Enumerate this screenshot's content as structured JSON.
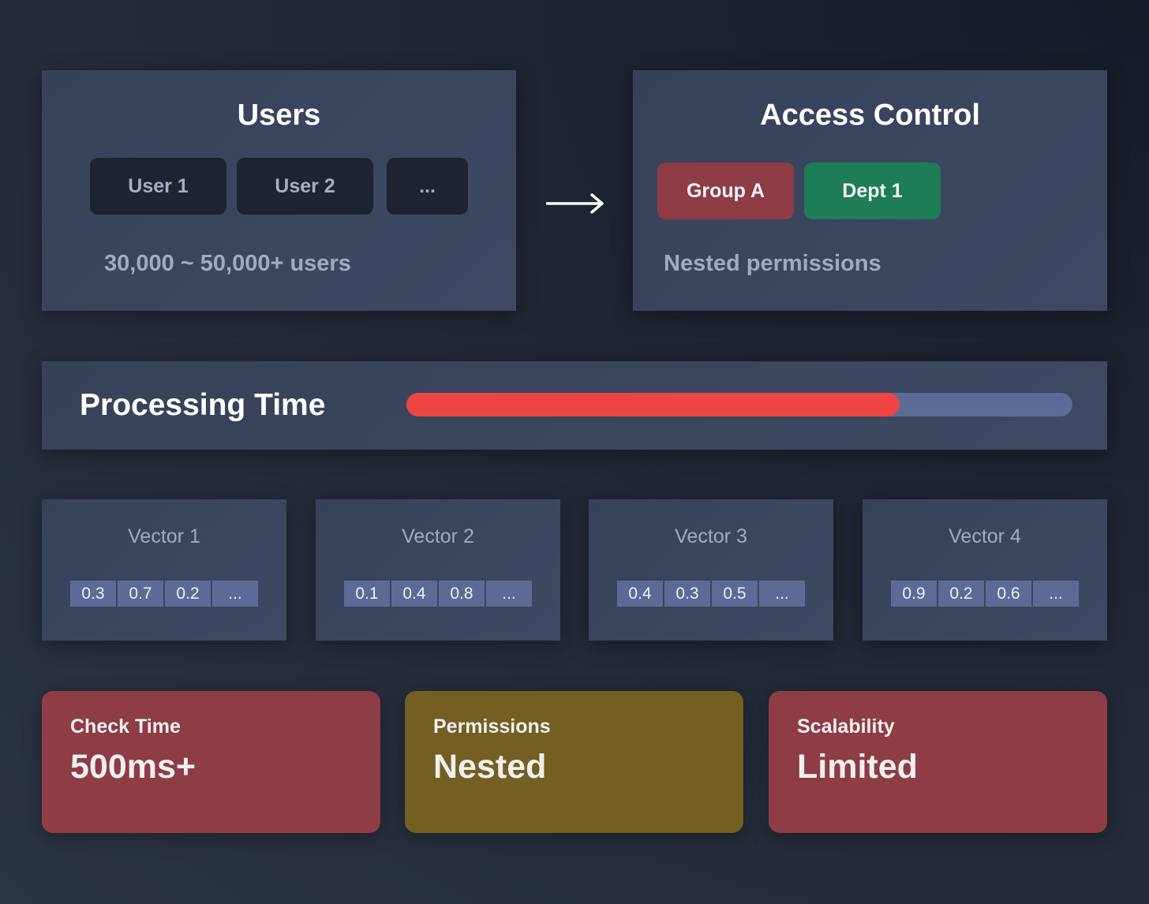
{
  "users": {
    "title": "Users",
    "chips": [
      "User 1",
      "User 2",
      "..."
    ],
    "caption": "30,000 ~ 50,000+ users"
  },
  "flow_icon": "arrow-right-icon",
  "access_control": {
    "title": "Access Control",
    "chips": [
      "Group A",
      "Dept 1"
    ],
    "caption": "Nested permissions"
  },
  "processing": {
    "title": "Processing Time",
    "fill_fraction": 0.74,
    "fill_color": "#ef4444",
    "track_color": "#5c6b96"
  },
  "vectors": [
    {
      "title": "Vector 1",
      "values": [
        "0.3",
        "0.7",
        "0.2",
        "..."
      ]
    },
    {
      "title": "Vector 2",
      "values": [
        "0.1",
        "0.4",
        "0.8",
        "..."
      ]
    },
    {
      "title": "Vector 3",
      "values": [
        "0.4",
        "0.3",
        "0.5",
        "..."
      ]
    },
    {
      "title": "Vector 4",
      "values": [
        "0.9",
        "0.2",
        "0.6",
        "..."
      ]
    }
  ],
  "metrics": [
    {
      "label": "Check Time",
      "value": "500ms+",
      "color": "#8e3c45"
    },
    {
      "label": "Permissions",
      "value": "Nested",
      "color": "#735f22"
    },
    {
      "label": "Scalability",
      "value": "Limited",
      "color": "#8e3c45"
    }
  ]
}
